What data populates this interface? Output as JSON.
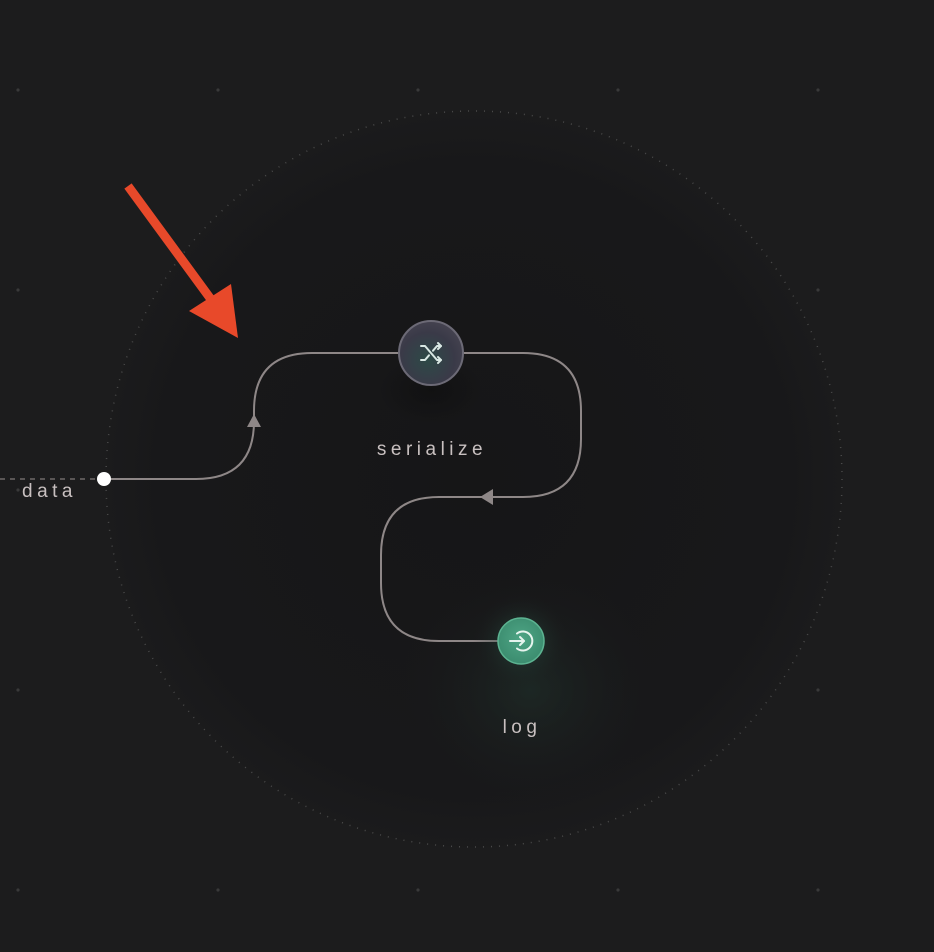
{
  "flow": {
    "input": {
      "label": "data"
    },
    "nodes": [
      {
        "id": "serialize",
        "label": "serialize",
        "icon": "shuffle-icon",
        "color": "#3a3a48"
      },
      {
        "id": "log",
        "label": "log",
        "icon": "log-in-icon",
        "color": "#3f8f72"
      }
    ],
    "edges": [
      {
        "from": "data",
        "to": "serialize"
      },
      {
        "from": "serialize",
        "to": "log"
      }
    ]
  },
  "annotation": {
    "type": "arrow",
    "icon": "arrow-icon",
    "color": "#e8492a",
    "points_to": "edge-data-to-serialize"
  },
  "colors": {
    "background": "#1c1c1d",
    "edge": "#8e8787",
    "label": "#c8c0c0",
    "grid_dot": "#3a3a3a"
  }
}
